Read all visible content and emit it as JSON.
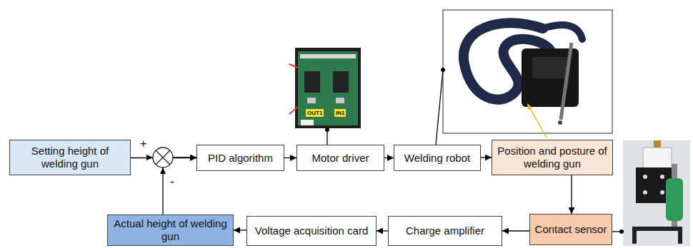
{
  "diagram": {
    "nodes": [
      {
        "text": [
          "Setting height of welding gun"
        ]
      },
      {
        "text": [
          "PID algorithm"
        ]
      },
      {
        "text": [
          "Motor driver"
        ]
      },
      {
        "text": [
          "Welding robot"
        ]
      },
      {
        "text": [
          "Position and posture of welding gun"
        ]
      },
      {
        "text": [
          "Actual height of welding gun"
        ]
      },
      {
        "text": [
          "Voltage acquisition card"
        ]
      },
      {
        "text": [
          "Charge amplifier"
        ]
      },
      {
        "text": [
          "Contact sensor"
        ]
      }
    ],
    "edges": [
      {
        "from": 0,
        "to": 1,
        "arrow": "to"
      },
      {
        "from": 5,
        "to": 1,
        "arrow": "to"
      },
      {
        "from": 1,
        "to": 2,
        "arrow": "to"
      },
      {
        "from": 2,
        "to": 3,
        "arrow": "to"
      },
      {
        "from": 3,
        "to": 4,
        "arrow": "to"
      },
      {
        "from": 4,
        "to": 8,
        "arrow": "to"
      },
      {
        "from": 8,
        "to": 7,
        "arrow": "to"
      },
      {
        "from": 7,
        "to": 6,
        "arrow": "to"
      },
      {
        "from": 6,
        "to": 5,
        "arrow": "to"
      }
    ],
    "labels": [
      "+",
      "-",
      "OUT1",
      "IN1"
    ]
  }
}
